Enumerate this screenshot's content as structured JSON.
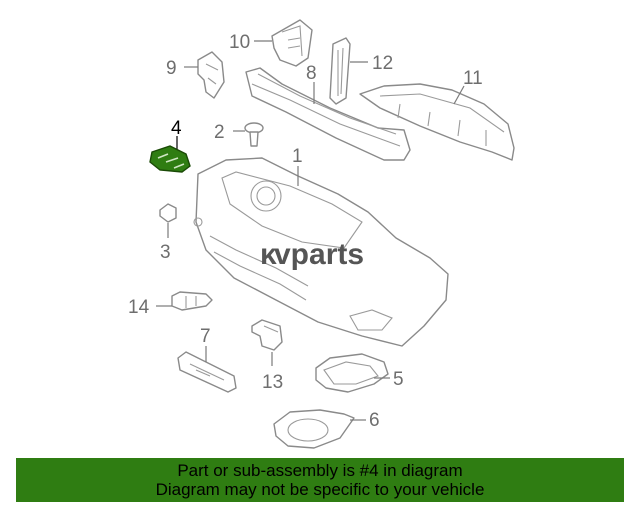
{
  "diagram": {
    "callouts": {
      "c1": "1",
      "c2": "2",
      "c3": "3",
      "c4": "4",
      "c5": "5",
      "c6": "6",
      "c7": "7",
      "c8": "8",
      "c9": "9",
      "c10": "10",
      "c11": "11",
      "c12": "12",
      "c13": "13",
      "c14": "14"
    },
    "highlight_color": "#2f7d12",
    "watermark": {
      "prefix": "ᴋ",
      "text": "vparts"
    }
  },
  "footer": {
    "line1": "Part or sub-assembly is #4 in diagram",
    "line2": "Diagram may not be specific to your vehicle",
    "background": "#2f7d12"
  }
}
